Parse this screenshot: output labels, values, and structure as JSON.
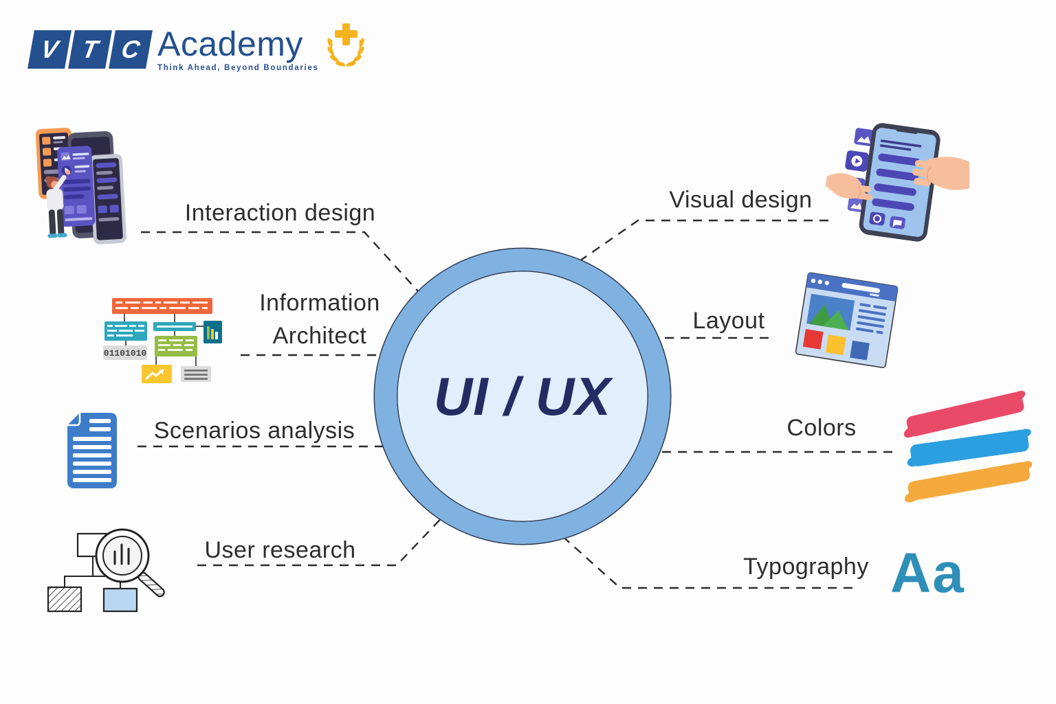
{
  "logo": {
    "letters": [
      "V",
      "T",
      "C"
    ],
    "name": "Academy",
    "tagline": "Think Ahead, Beyond Boundaries",
    "colors": {
      "navy": "#24508F",
      "gold": "#F5B31E"
    }
  },
  "center": {
    "title": "UI / UX",
    "ring_color": "#7FB2E0",
    "fill_color": "#E1EEFB",
    "text_color": "#232D64"
  },
  "topics": {
    "left": [
      {
        "id": "interaction-design",
        "label": "Interaction design",
        "icon": "person-with-app-screens-illustration"
      },
      {
        "id": "information-architect",
        "label": "Information Architect",
        "icon": "flowchart-sitemap-illustration"
      },
      {
        "id": "scenarios-analysis",
        "label": "Scenarios analysis",
        "icon": "document-icon"
      },
      {
        "id": "user-research",
        "label": "User research",
        "icon": "magnifier-sitemap-illustration"
      }
    ],
    "right": [
      {
        "id": "visual-design",
        "label": "Visual design",
        "icon": "phone-with-hands-illustration"
      },
      {
        "id": "layout",
        "label": "Layout",
        "icon": "browser-wireframe-illustration"
      },
      {
        "id": "colors",
        "label": "Colors",
        "icon": "brush-strokes-illustration"
      },
      {
        "id": "typography",
        "label": "Typography",
        "icon": "letter-pair-sample",
        "sample": "Aa"
      }
    ]
  },
  "info_architect": {
    "binary": "01101010"
  },
  "palette": {
    "label_text": "#2d2d2d",
    "dashed_line": "#2b2b2b",
    "brush_pink": "#E94A68",
    "brush_blue": "#2B9FE0",
    "brush_orange": "#F3A93C",
    "typography_teal": "#2E8FB8",
    "flow_orange": "#F0663A",
    "flow_teal": "#2EA7BD",
    "flow_green": "#94BC46",
    "flow_yellow": "#F9C62E",
    "document_blue": "#3D7CC9"
  }
}
